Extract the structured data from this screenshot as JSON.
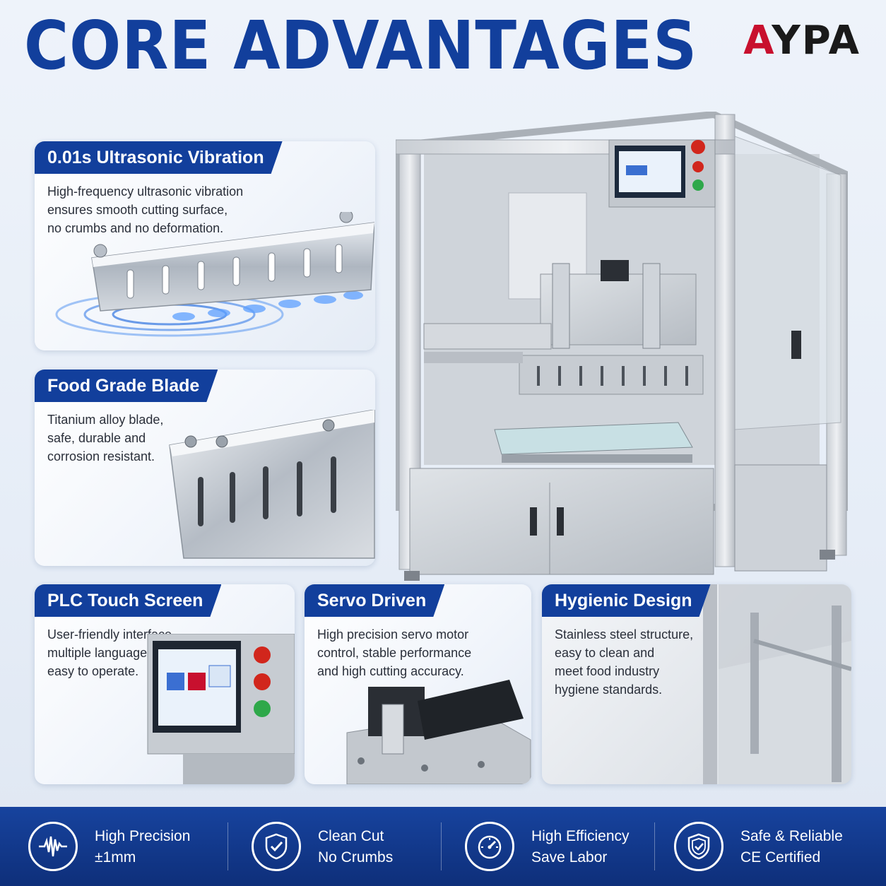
{
  "header": {
    "title": "CORE ADVANTAGES",
    "brand_first": "A",
    "brand_rest": "YPA"
  },
  "cards": [
    {
      "title": "0.01s Ultrasonic Vibration",
      "lines": [
        "High-frequency ultrasonic vibration",
        "ensures smooth cutting surface,",
        "no crumbs and no deformation."
      ]
    },
    {
      "title": "Food Grade Blade",
      "lines": [
        "Titanium alloy blade,",
        "safe, durable and",
        "corrosion resistant."
      ]
    },
    {
      "title": "PLC Touch Screen",
      "lines": [
        "User-friendly interface,",
        "multiple language,",
        "easy to operate."
      ]
    },
    {
      "title": "Servo Driven",
      "lines": [
        "High precision servo motor",
        "control, stable performance",
        "and high cutting accuracy."
      ]
    },
    {
      "title": "Hygienic Design",
      "lines": [
        "Stainless steel structure,",
        "easy to clean and",
        "meet food industry",
        "hygiene standards."
      ]
    }
  ],
  "features": [
    {
      "icon": "waveform-icon",
      "line1": "High Precision",
      "line2": "±1mm"
    },
    {
      "icon": "shield-check-icon",
      "line1": "Clean Cut",
      "line2": "No Crumbs"
    },
    {
      "icon": "speedometer-icon",
      "line1": "High Efficiency",
      "line2": "Save Labor"
    },
    {
      "icon": "shield-badge-icon",
      "line1": "Safe & Reliable",
      "line2": "CE Certified"
    }
  ],
  "colors": {
    "primary_blue": "#123f9c",
    "brand_red": "#c8102e",
    "bar_blue": "#0e2f7a"
  }
}
